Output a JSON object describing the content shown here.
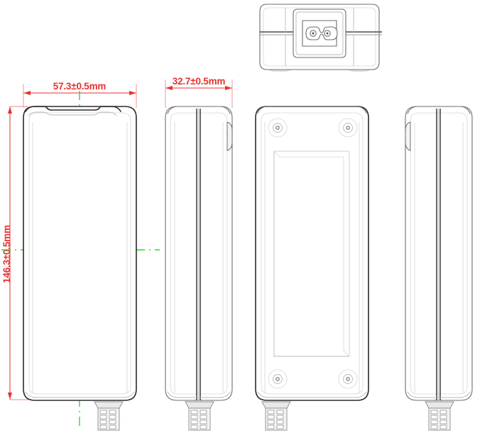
{
  "drawing": {
    "title": "Power adapter mechanical outline drawing",
    "background_color": "#ffffff",
    "line_color_primary": "#2b2b2b",
    "line_color_secondary": "#6e6e6e",
    "line_color_hidden": "#b9b9b9",
    "dimension_color": "#e8312f",
    "centerline_color": "#22e322"
  },
  "dimensions": {
    "width": {
      "label": "57.3±0.5mm",
      "value": 57.3,
      "tolerance": 0.5,
      "unit": "mm",
      "orientation": "horizontal",
      "applies_to": "front-view-width"
    },
    "depth": {
      "label": "32.7±0.5mm",
      "value": 32.7,
      "tolerance": 0.5,
      "unit": "mm",
      "orientation": "horizontal",
      "applies_to": "side-view-depth"
    },
    "height": {
      "label": "146.3±0.5mm",
      "value": 146.3,
      "tolerance": 0.5,
      "unit": "mm",
      "orientation": "vertical",
      "applies_to": "front-view-height"
    }
  },
  "views": [
    {
      "id": "top-view",
      "name": "Top view with C8 inlet",
      "features": [
        "c8-power-inlet",
        "figure-8-socket",
        "two-pin-holes",
        "rubber-feet",
        "parting-seam"
      ]
    },
    {
      "id": "front-view",
      "name": "Front view",
      "features": [
        "rounded-corners",
        "top-seam-notch",
        "cable-strain-relief"
      ]
    },
    {
      "id": "side-view-left",
      "name": "Left side view",
      "features": [
        "center-parting-seam",
        "side-tab",
        "cable-strain-relief"
      ]
    },
    {
      "id": "back-view",
      "name": "Back view",
      "features": [
        "recessed-label-area",
        "screw-boss",
        "cable-strain-relief"
      ]
    },
    {
      "id": "side-view-right",
      "name": "Right side view",
      "features": [
        "center-parting-seam",
        "side-tab",
        "cable-strain-relief"
      ]
    }
  ],
  "components": {
    "inlet": {
      "type": "IEC C8 figure-8 inlet",
      "pin_count": 2
    },
    "screw_bosses": {
      "count": 4,
      "positions": [
        "top-left",
        "top-right",
        "bottom-left",
        "bottom-right"
      ]
    },
    "strain_relief": {
      "type": "ribbed cable boot",
      "rib_rows": 4,
      "rib_columns": 2
    },
    "feet": {
      "count": 2
    }
  }
}
